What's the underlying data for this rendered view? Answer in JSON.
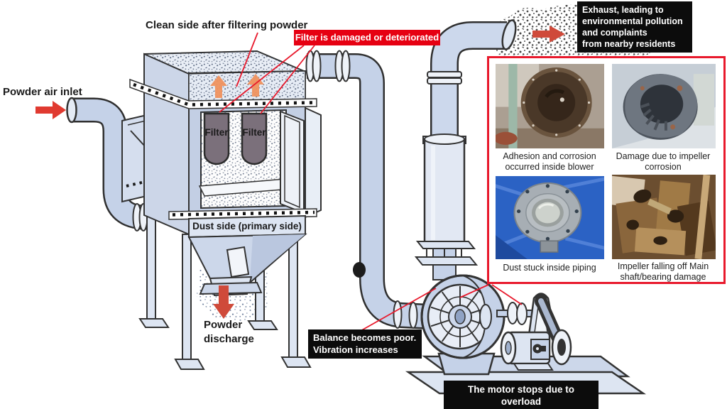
{
  "labels": {
    "clean_side": "Clean side after filtering powder",
    "powder_air_inlet": "Powder air inlet",
    "filter_left": "Filter",
    "filter_right": "Filter",
    "dust_side": "Dust side (primary side)",
    "powder_discharge": "Powder\ndischarge"
  },
  "callouts": {
    "filter_damaged": "Filter is damaged or deteriorated",
    "exhaust": "Exhaust, leading to\nenvironmental pollution\nand complaints\nfrom nearby residents",
    "balance": "Balance becomes poor.\nVibration increases",
    "motor_overload": "The motor stops due to overload"
  },
  "photo_panel": {
    "photos": [
      {
        "caption": "Adhesion and corrosion occurred inside blower"
      },
      {
        "caption": "Damage due to impeller corrosion"
      },
      {
        "caption": "Dust stuck inside piping"
      },
      {
        "caption": "Impeller falling off Main shaft/bearing damage"
      }
    ]
  },
  "icons": {
    "inlet_arrow": "right-arrow",
    "exhaust_arrow": "right-arrow",
    "discharge_arrow": "down-arrow",
    "clean_flow_arrows": "up-arrow"
  },
  "colors": {
    "callout_red": "#e60012",
    "connector_red": "#e8192c",
    "black_box": "#0c0c0c",
    "pipe_fill": "#c5d2e8",
    "box_fill": "#c3cfe4",
    "filter_fill": "#7b707b",
    "arrow_red": "#d8402f",
    "arrow_orange": "#f0935f",
    "panel_border": "#e8192c"
  }
}
